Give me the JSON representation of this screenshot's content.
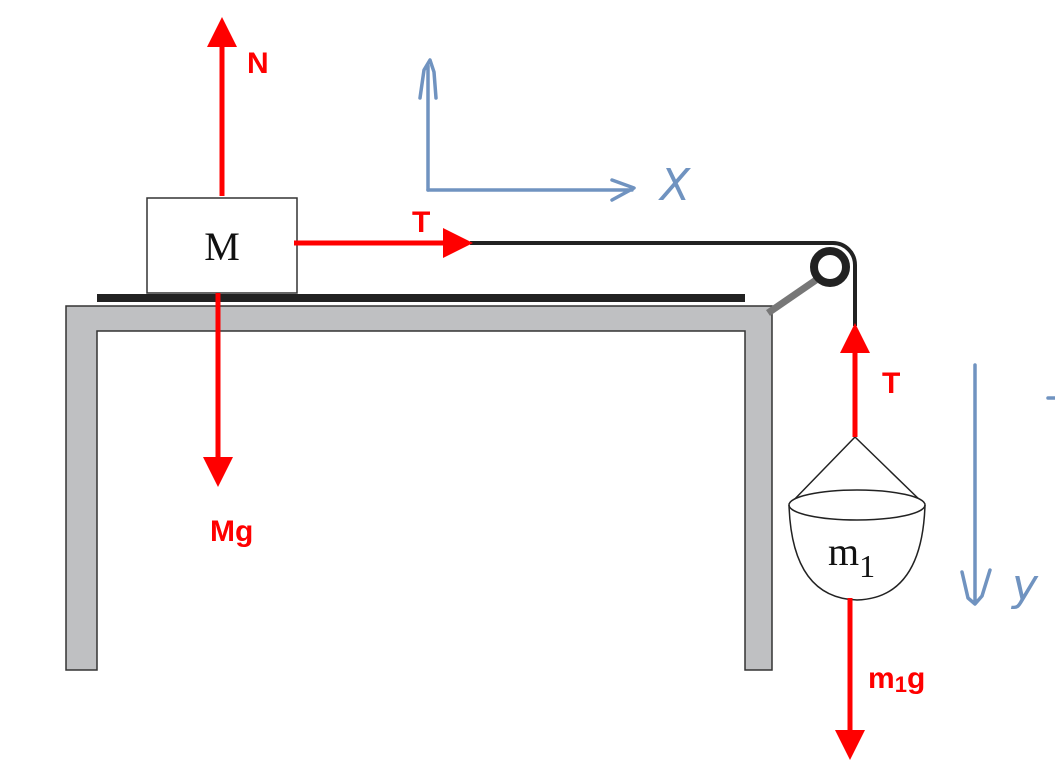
{
  "title": "Free body diagram: block on table connected over pulley to hanging mass",
  "colors": {
    "force": "#ff0000",
    "axis": "#7093c0",
    "table": "#bfc0c2",
    "outline": "#222222"
  },
  "block": {
    "label": "M"
  },
  "hanging_mass": {
    "label": "m",
    "subscript": "1"
  },
  "forces": {
    "normal": "N",
    "weight_block": "Mg",
    "tension_block": "T",
    "tension_mass": "T",
    "weight_mass": {
      "main": "m",
      "sub": "1",
      "tail": "g"
    }
  },
  "axes": {
    "x_label": "X",
    "y_label": "y"
  }
}
